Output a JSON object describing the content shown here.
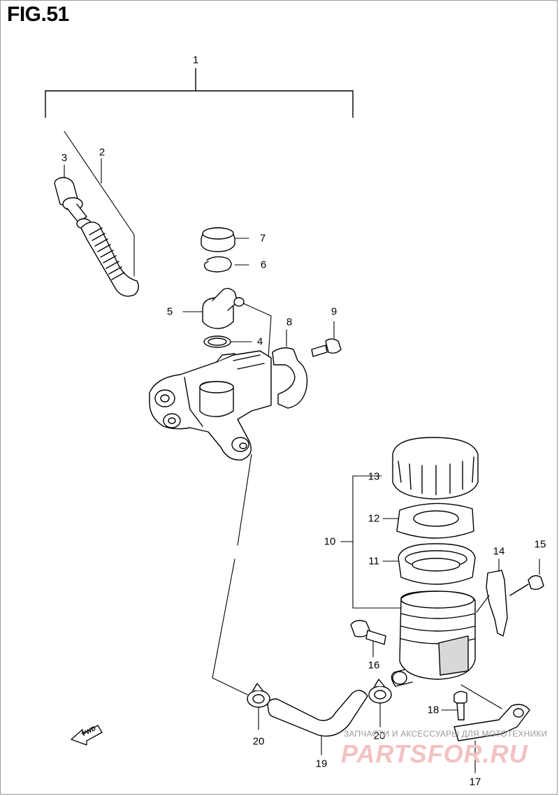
{
  "figure": {
    "title": "FIG.51"
  },
  "callouts": {
    "c1": "1",
    "c2": "2",
    "c3": "3",
    "c4": "4",
    "c5": "5",
    "c6": "6",
    "c7": "7",
    "c8": "8",
    "c9": "9",
    "c10": "10",
    "c11": "11",
    "c12": "12",
    "c13": "13",
    "c14": "14",
    "c15": "15",
    "c16": "16",
    "c17": "17",
    "c18": "18",
    "c19": "19",
    "c20a": "20",
    "c20b": "20"
  },
  "direction_marker": {
    "label": "FWD",
    "icon": "forward-arrow-icon"
  },
  "watermark": {
    "text": "ЗАПЧАСТИ И АКСЕССУАРЫ ДЛЯ МОТОТЕХНИКИ",
    "logo": "PARTSFOR.RU",
    "color": "#f2c2c2"
  }
}
